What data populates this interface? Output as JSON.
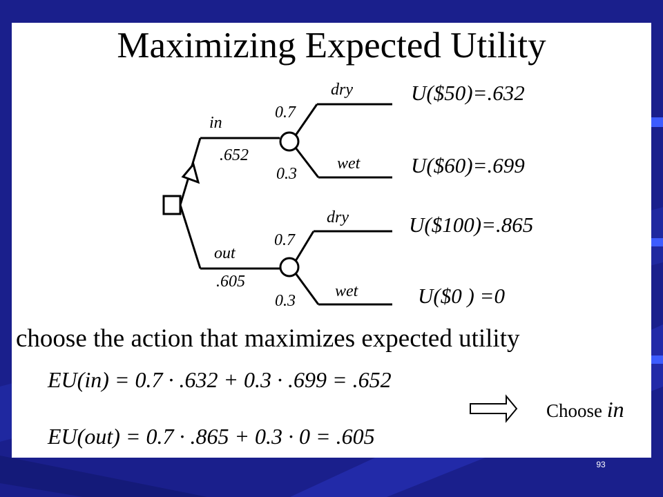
{
  "slide": {
    "title": "Maximizing Expected Utility",
    "subtitle": "choose the action that maximizes expected utility",
    "page_number": "93"
  },
  "tree": {
    "branches": {
      "in": {
        "label": "in",
        "value": ".652"
      },
      "out": {
        "label": "out",
        "value": ".605"
      }
    },
    "chance_in": {
      "upper_prob": "0.7",
      "upper_label": "dry",
      "upper_utility": "U($50)=.632",
      "lower_prob": "0.3",
      "lower_label": "wet",
      "lower_utility": "U($60)=.699"
    },
    "chance_out": {
      "upper_prob": "0.7",
      "upper_label": "dry",
      "upper_utility": "U($100)=.865",
      "lower_prob": "0.3",
      "lower_label": "wet",
      "lower_utility": "U($0 ) =0"
    }
  },
  "equations": {
    "eu_in": "EU(in) = 0.7 · .632 + 0.3 · .699 = .652",
    "eu_out": "EU(out) = 0.7 · .865 + 0.3 · 0 = .605"
  },
  "decision": {
    "prefix": "Choose ",
    "choice": "in"
  },
  "colors": {
    "background": "#1a1f8c",
    "slide": "#ffffff",
    "ink": "#000000"
  }
}
